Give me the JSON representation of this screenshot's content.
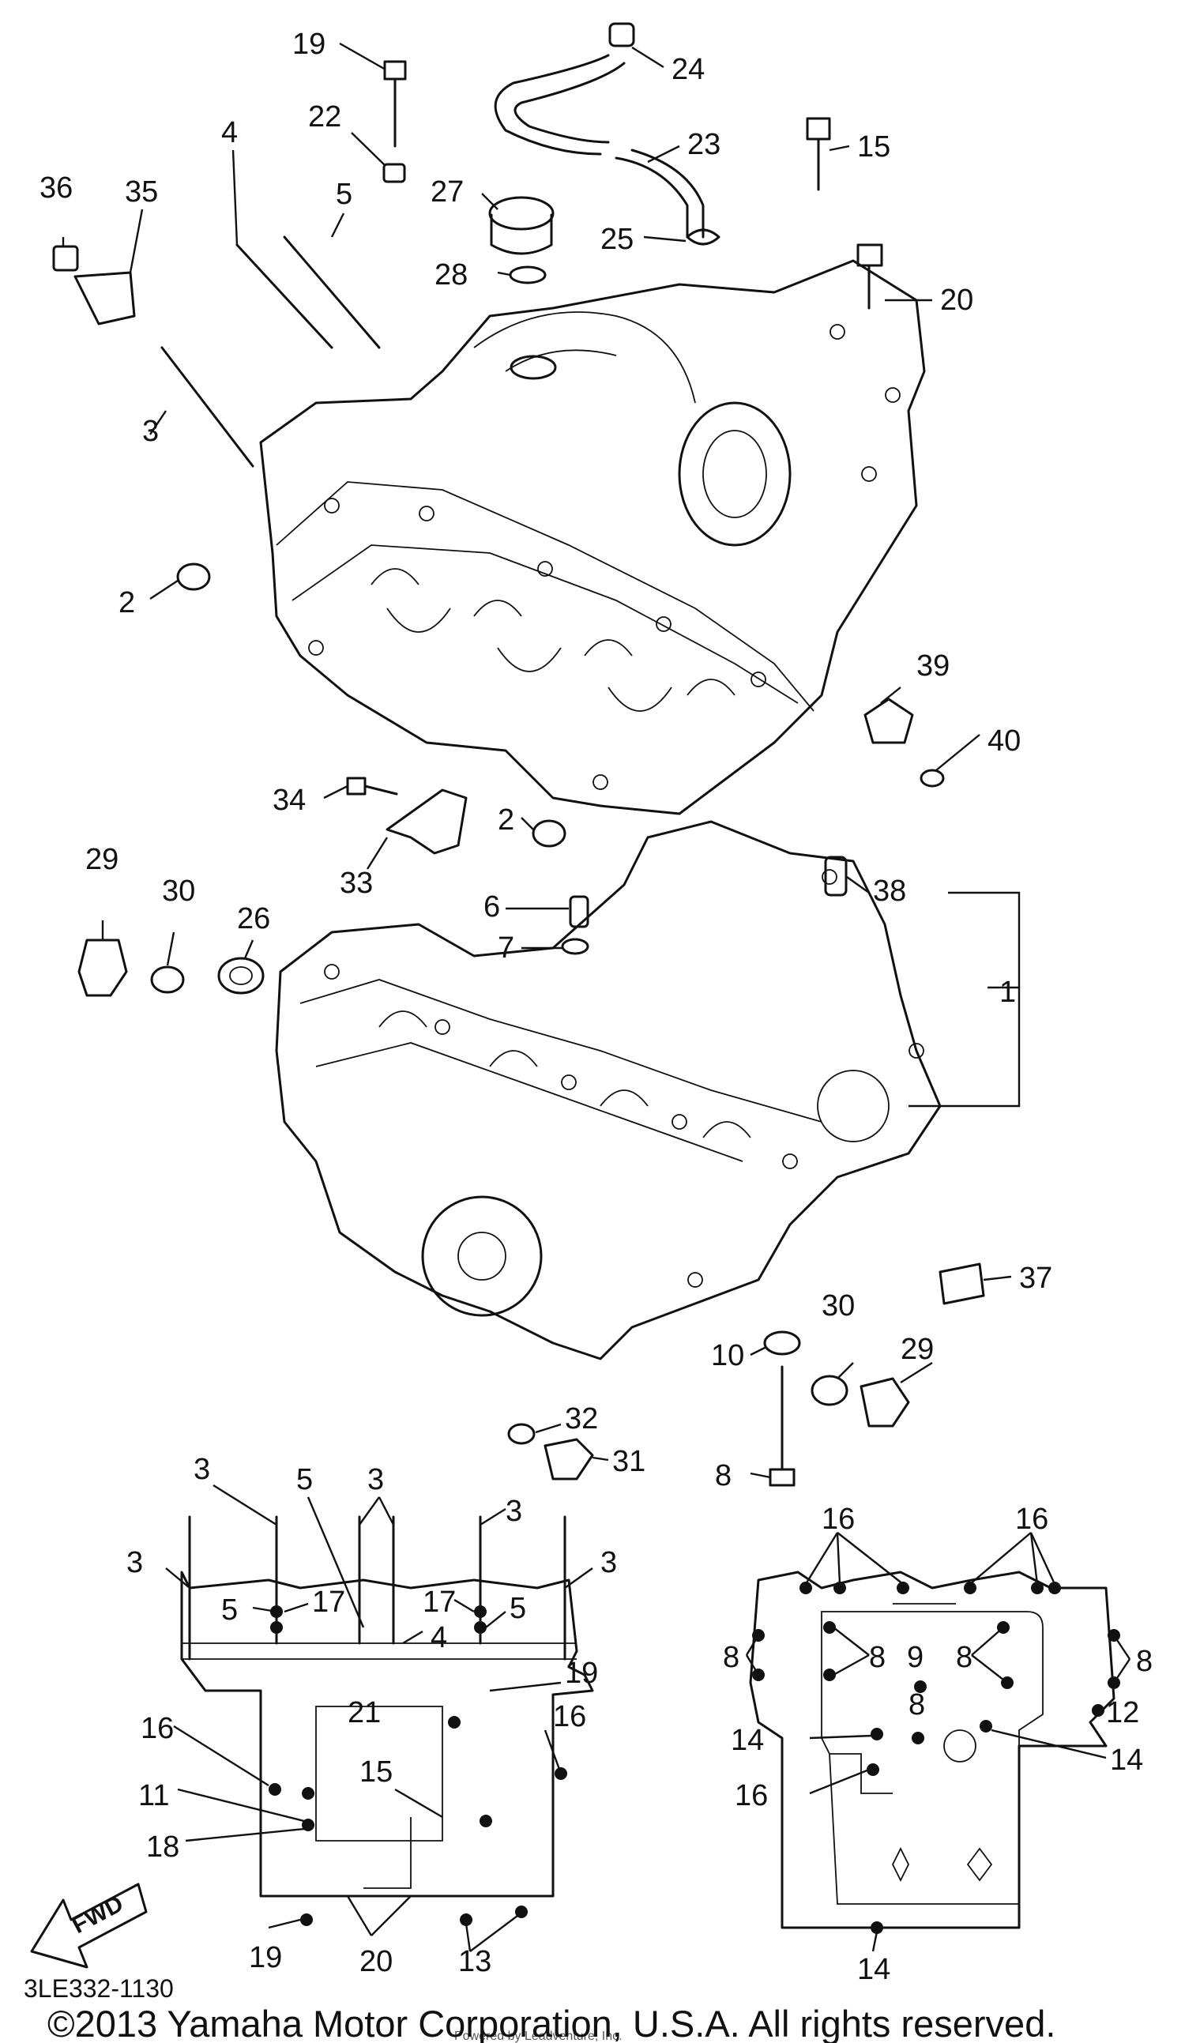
{
  "diagram": {
    "figure_code": "3LE332-1130",
    "copyright": "©2013 Yamaha Motor Corporation, U.S.A. All rights reserved.",
    "watermark": "Powered by Leadventure, Inc.",
    "front_marker": "FWD",
    "callouts": {
      "p1": "1",
      "p2a": "2",
      "p2b": "2",
      "p3a": "3",
      "p4a": "4",
      "p5a": "5",
      "p6": "6",
      "p7": "7",
      "p8": "8",
      "p10": "10",
      "p15": "15",
      "p19": "19",
      "p20": "20",
      "p22": "22",
      "p23": "23",
      "p24": "24",
      "p25": "25",
      "p26": "26",
      "p27": "27",
      "p28": "28",
      "p29a": "29",
      "p29b": "29",
      "p30a": "30",
      "p30b": "30",
      "p31": "31",
      "p32": "32",
      "p33": "33",
      "p34": "34",
      "p35": "35",
      "p36": "36",
      "p37": "37",
      "p38": "38",
      "p39": "39",
      "p40": "40"
    },
    "upper_layout_labels": {
      "u3a": "3",
      "u5a": "5",
      "u3b": "3",
      "u3c": "3",
      "u3d": "3",
      "u3e": "3",
      "u5b": "5",
      "u17a": "17",
      "u17b": "17",
      "u5c": "5",
      "u4": "4",
      "u19": "19",
      "u16a": "16",
      "u21": "21",
      "u16b": "16",
      "u11": "11",
      "u15": "15",
      "u18": "18",
      "u19b": "19",
      "u20": "20",
      "u13": "13"
    },
    "lower_layout_labels": {
      "l16a": "16",
      "l16b": "16",
      "l8a": "8",
      "l8b": "8",
      "l9": "9",
      "l8c": "8",
      "l8d": "8",
      "l8e": "8",
      "l14a": "14",
      "l12": "12",
      "l14b": "14",
      "l16c": "16",
      "l14c": "14"
    }
  }
}
